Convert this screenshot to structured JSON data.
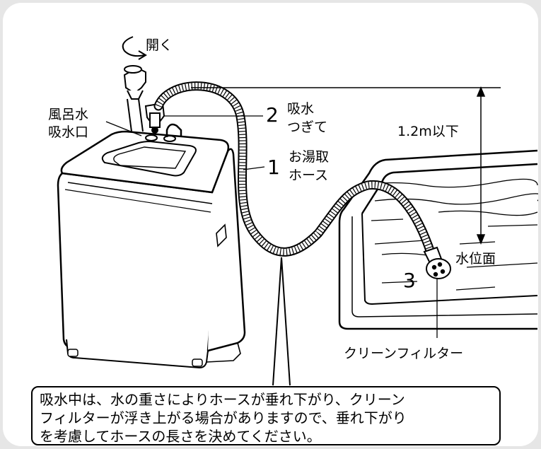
{
  "labels": {
    "open": "開く",
    "bath_water_inlet_line1": "風呂水",
    "bath_water_inlet_line2": "吸水口",
    "num_2": "2",
    "intake_joint_line1": "吸水",
    "intake_joint_line2": "つぎて",
    "num_1": "1",
    "bath_hose_line1": "お湯取",
    "bath_hose_line2": "ホース",
    "height_limit": "1.2m以下",
    "water_level": "水位面",
    "num_3": "3",
    "clean_filter": "クリーンフィルター"
  },
  "note": {
    "text": "吸水中は、水の重さによりホースが垂れ下がり、クリーン\nフィルターが浮き上がる場合がありますので、垂れ下がり\nを考慮してホースの長さを決めてください。"
  }
}
